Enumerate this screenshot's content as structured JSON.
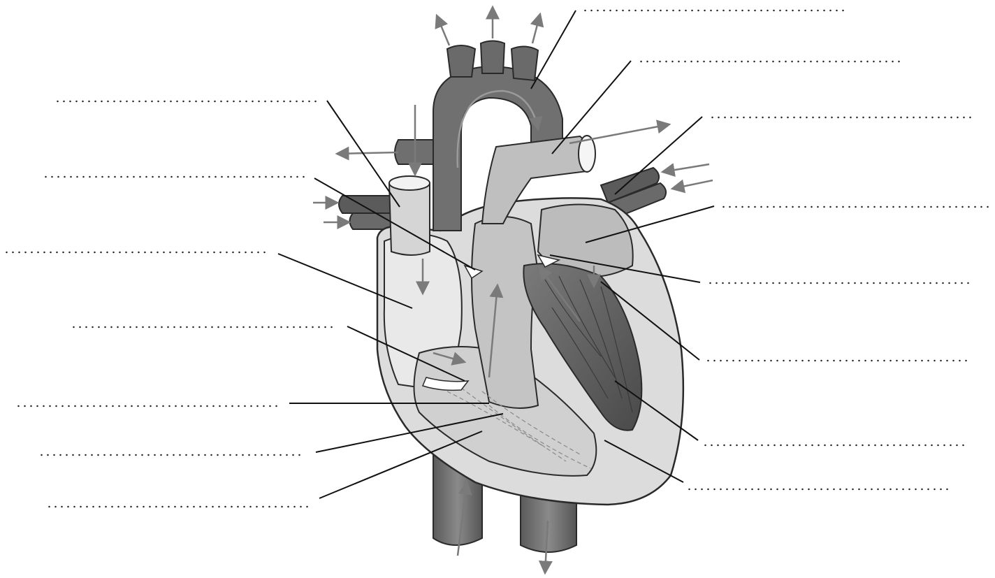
{
  "diagram": {
    "subject": "heart",
    "colors": {
      "outline": "#2a2a2a",
      "vessel": "#6c6c6c",
      "vessel_light": "#9a9a9a",
      "chamber_light": "#d9d9d9",
      "muscle": "#5e5e5e",
      "muscle_light": "#bcbcbc",
      "leader_line": "#111111",
      "arrow": "#7a7a7a",
      "pale": "#ececec"
    },
    "label_blanks": [
      {
        "side": "right",
        "text": ""
      },
      {
        "side": "right",
        "text": ""
      },
      {
        "side": "left",
        "text": ""
      },
      {
        "side": "right",
        "text": ""
      },
      {
        "side": "left",
        "text": ""
      },
      {
        "side": "right",
        "text": ""
      },
      {
        "side": "left",
        "text": ""
      },
      {
        "side": "right",
        "text": ""
      },
      {
        "side": "left",
        "text": ""
      },
      {
        "side": "right",
        "text": ""
      },
      {
        "side": "left",
        "text": ""
      },
      {
        "side": "right",
        "text": ""
      },
      {
        "side": "left",
        "text": ""
      },
      {
        "side": "left",
        "text": ""
      },
      {
        "side": "right",
        "text": ""
      }
    ]
  }
}
